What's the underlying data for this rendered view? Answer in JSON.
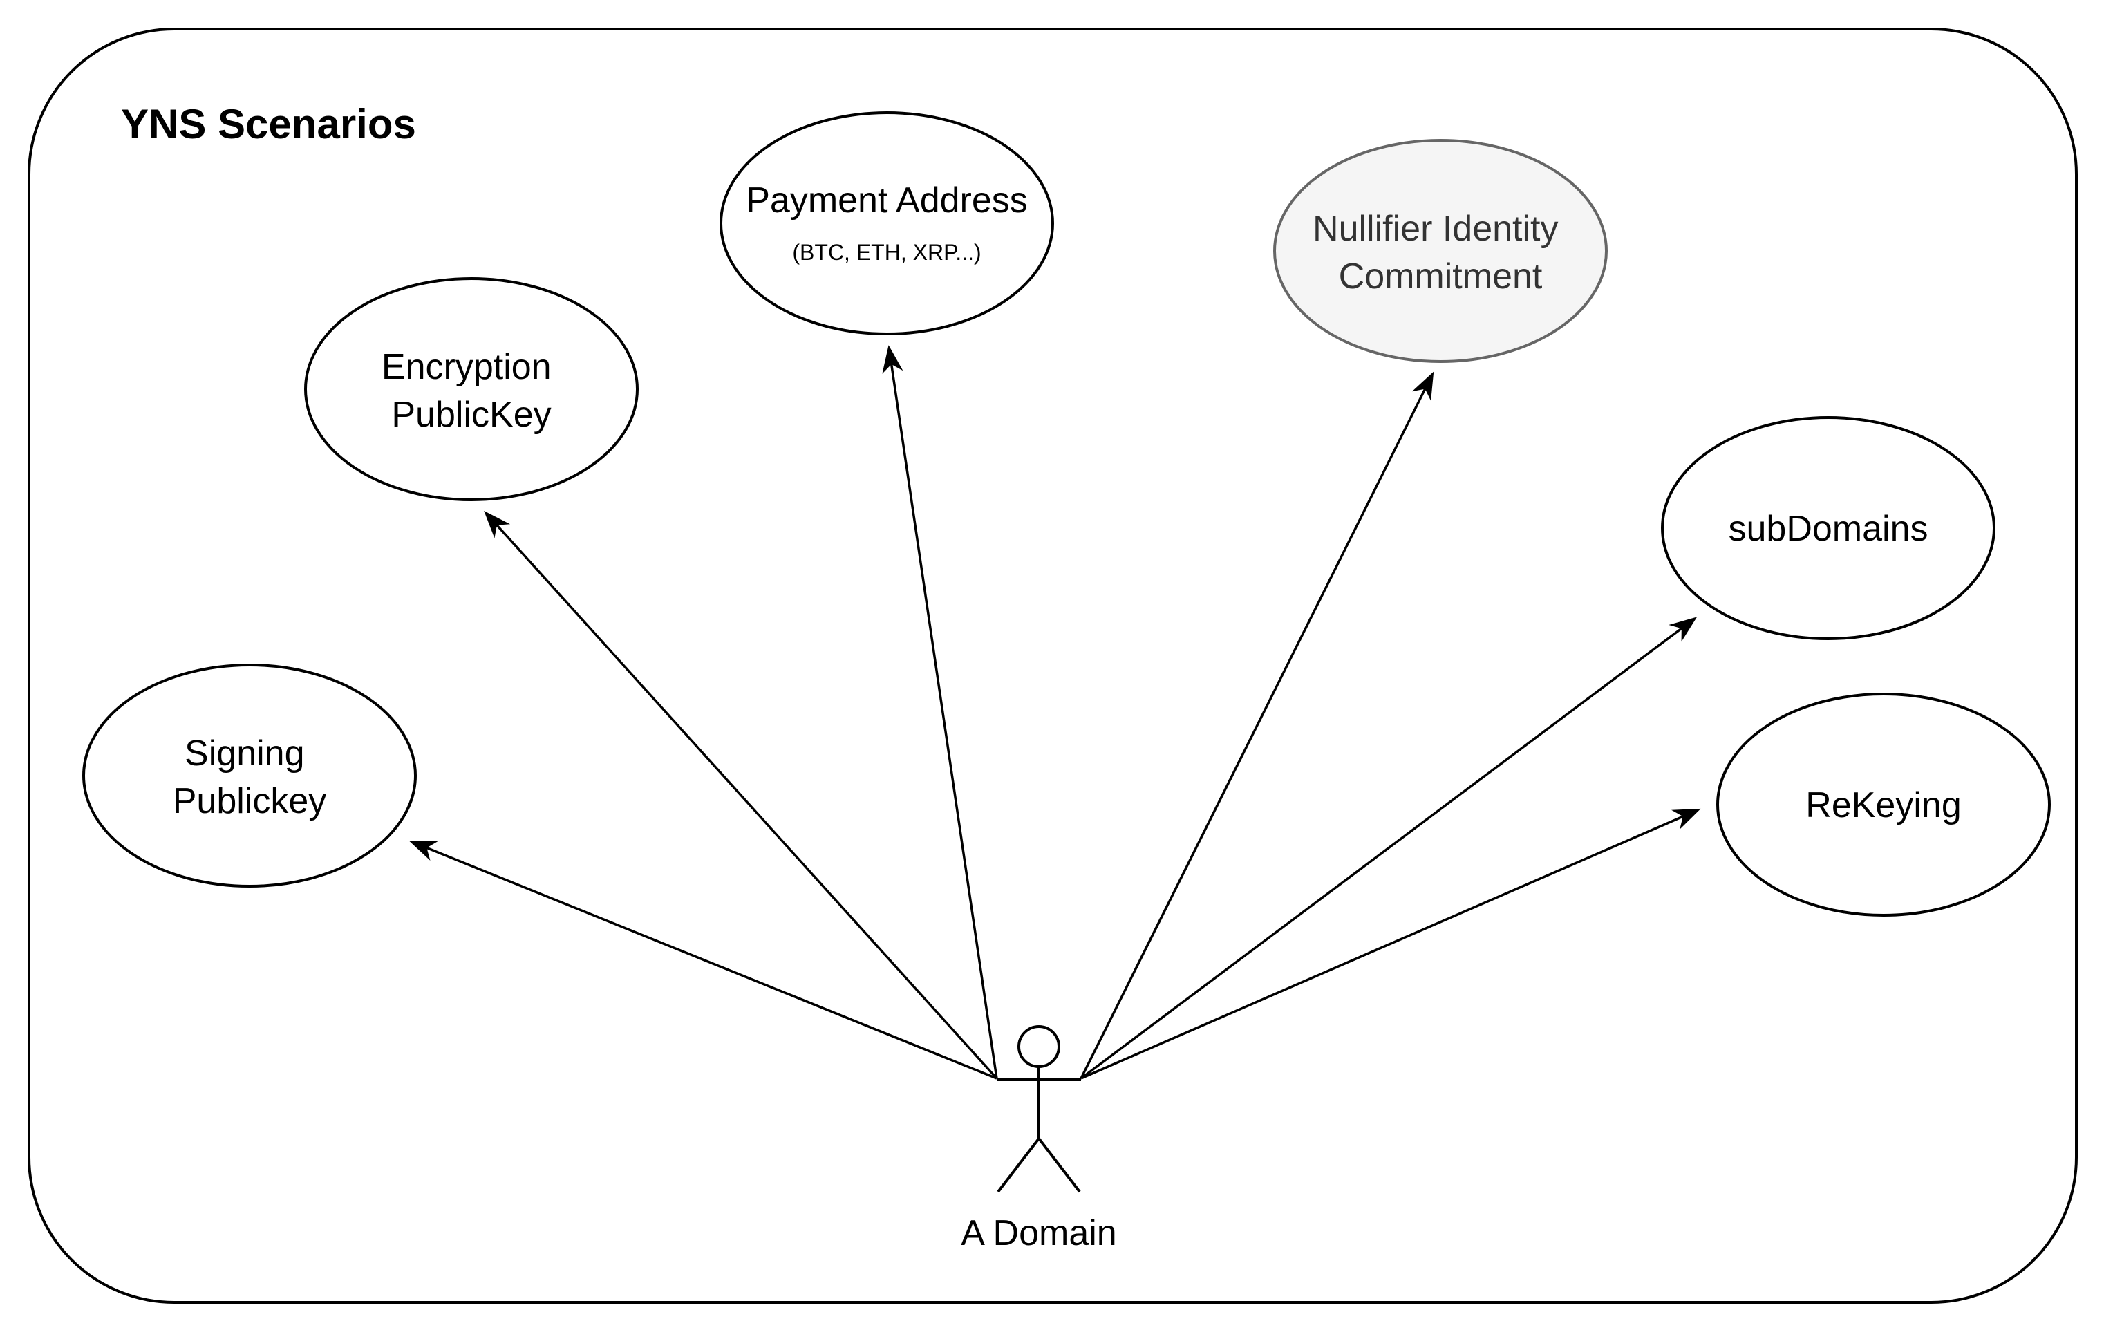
{
  "diagram": {
    "title": "YNS Scenarios",
    "actor": {
      "label": "A Domain",
      "icon": "stick-figure-actor-icon"
    },
    "use_cases": [
      {
        "id": "signing",
        "lines": [
          "Signing",
          "Publickey"
        ],
        "sublabel": ""
      },
      {
        "id": "encryption",
        "lines": [
          "Encryption",
          "PublicKey"
        ],
        "sublabel": ""
      },
      {
        "id": "payment",
        "lines": [
          "Payment Address"
        ],
        "sublabel": "(BTC, ETH, XRP...)"
      },
      {
        "id": "nullifier",
        "lines": [
          "Nullifier Identity",
          "Commitment"
        ],
        "sublabel": "",
        "style": "muted"
      },
      {
        "id": "subdomains",
        "lines": [
          "subDomains"
        ],
        "sublabel": ""
      },
      {
        "id": "rekeying",
        "lines": [
          "ReKeying"
        ],
        "sublabel": ""
      }
    ],
    "edges": [
      {
        "from": "actor",
        "to": "signing"
      },
      {
        "from": "actor",
        "to": "encryption"
      },
      {
        "from": "actor",
        "to": "payment"
      },
      {
        "from": "actor",
        "to": "nullifier"
      },
      {
        "from": "actor",
        "to": "subdomains"
      },
      {
        "from": "actor",
        "to": "rekeying"
      }
    ],
    "colors": {
      "stroke": "#000000",
      "muted_fill": "#f5f5f5",
      "muted_stroke": "#666666",
      "muted_text": "#333333"
    }
  }
}
